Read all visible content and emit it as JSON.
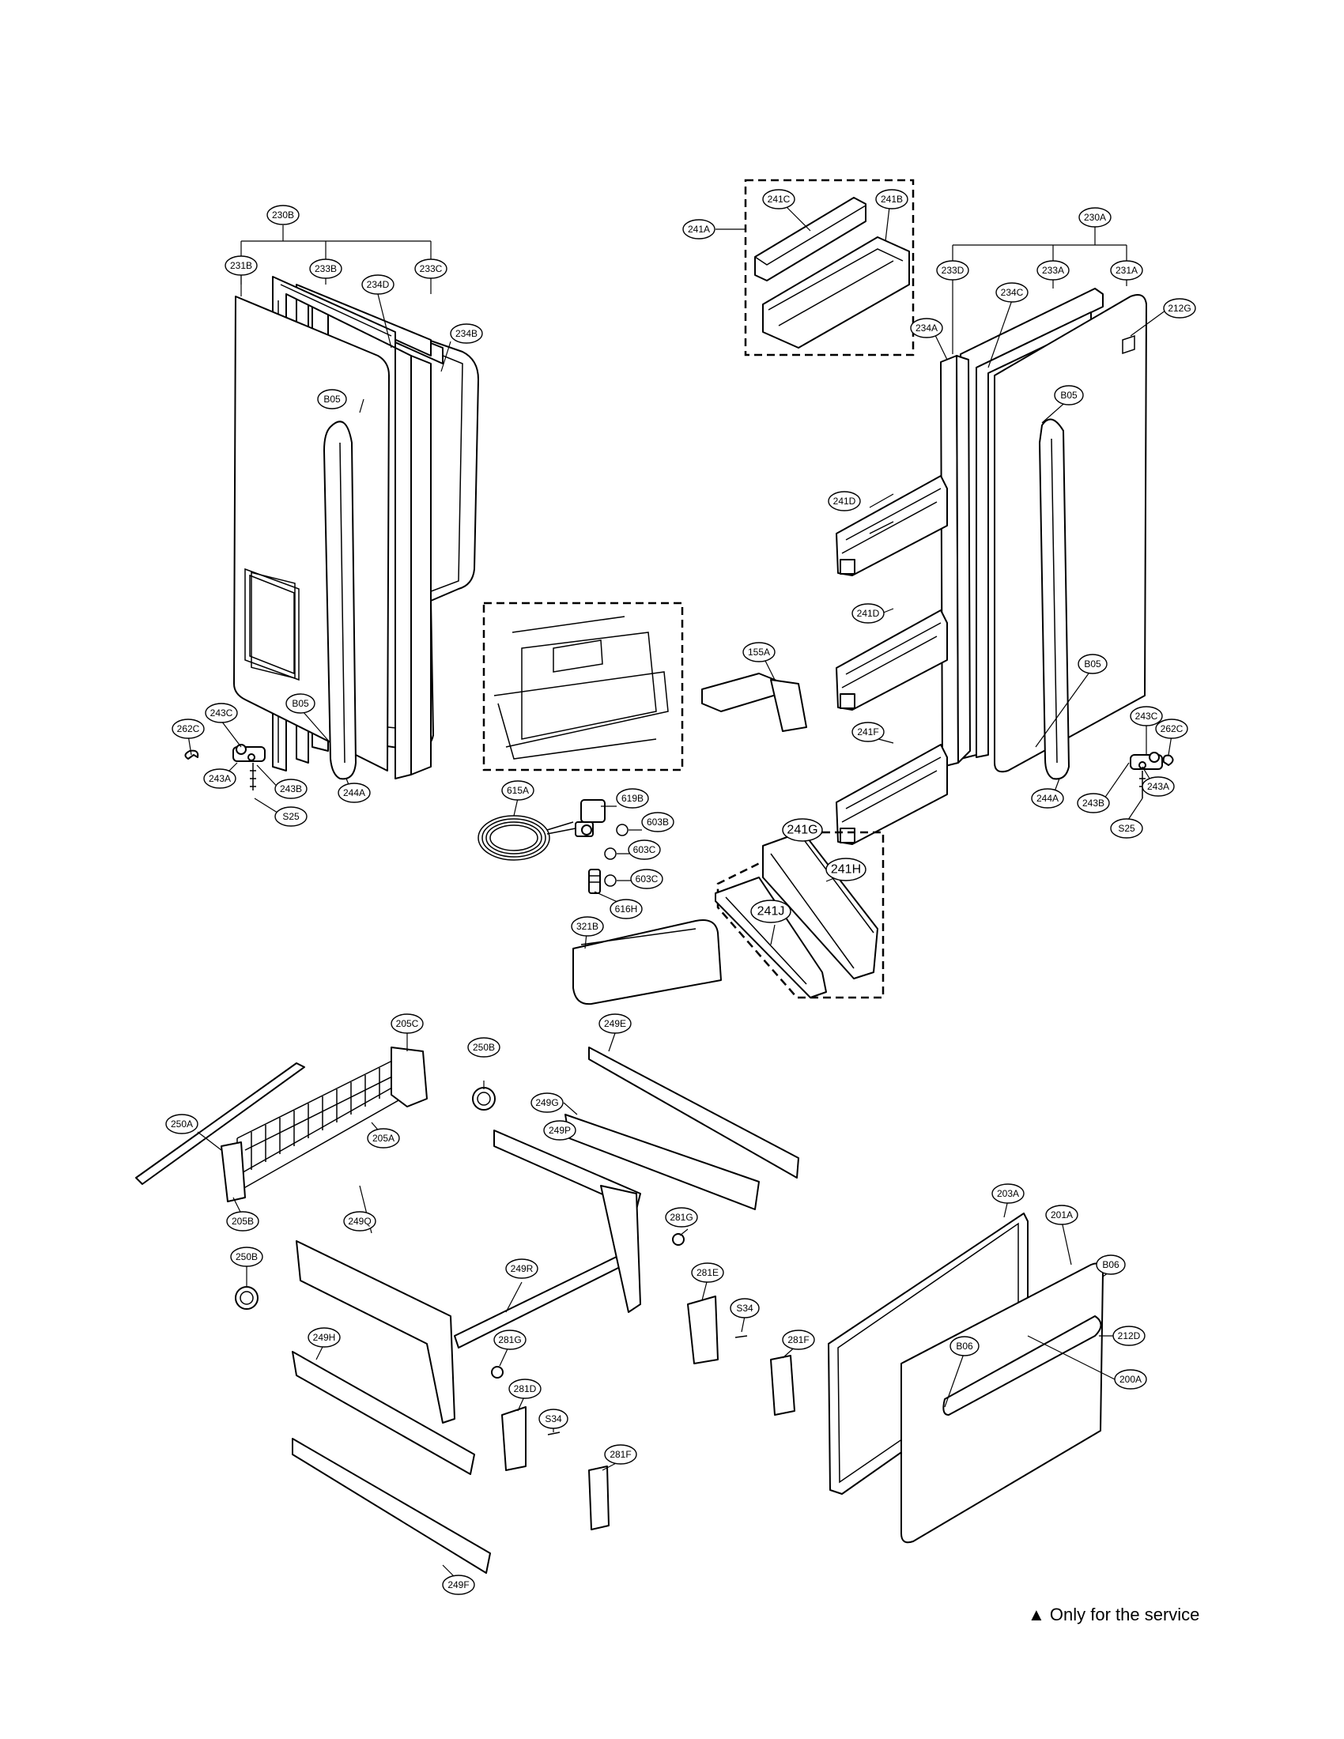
{
  "service_note": "▲ Only for the service",
  "callouts": {
    "c230B": "230B",
    "c231B": "231B",
    "c233B": "233B",
    "c234D": "234D",
    "c233C": "233C",
    "c234B": "234B",
    "c241A": "241A",
    "c241C": "241C",
    "c241B": "241B",
    "c230A": "230A",
    "c233D": "233D",
    "c233A": "233A",
    "c231A": "231A",
    "c234C": "234C",
    "c212G": "212G",
    "c234A": "234A",
    "cB05_l1": "B05",
    "cB05_l2": "B05",
    "cB05_r1": "B05",
    "cB05_r2": "B05",
    "c241D_1": "241D",
    "c241D_2": "241D",
    "c241F": "241F",
    "c243C_l": "243C",
    "c262C_l": "262C",
    "c243A_l": "243A",
    "c243B_l": "243B",
    "cS25_l": "S25",
    "c244A_l": "244A",
    "c243C_r": "243C",
    "c262C_r": "262C",
    "c243A_r": "243A",
    "c243B_r": "243B",
    "cS25_r": "S25",
    "c244A_r": "244A",
    "c155A": "155A",
    "c615A": "615A",
    "c619B": "619B",
    "c603B": "603B",
    "c603C_1": "603C",
    "c603C_2": "603C",
    "c616H": "616H",
    "c321B": "321B",
    "c241G": "241G",
    "c241H": "241H",
    "c241J": "241J",
    "c205C": "205C",
    "c250B_1": "250B",
    "c250A": "250A",
    "c205A": "205A",
    "c205B": "205B",
    "c250B_2": "250B",
    "c249E": "249E",
    "c249G": "249G",
    "c249P": "249P",
    "c249Q": "249Q",
    "c249R": "249R",
    "c281G_1": "281G",
    "c281G_2": "281G",
    "c281E": "281E",
    "cS34_1": "S34",
    "cS34_2": "S34",
    "c281F_1": "281F",
    "c281F_2": "281F",
    "c281D": "281D",
    "c249H": "249H",
    "c249F": "249F",
    "c203A": "203A",
    "c201A": "201A",
    "cB06_1": "B06",
    "cB06_2": "B06",
    "c212D": "212D",
    "c200A": "200A"
  }
}
